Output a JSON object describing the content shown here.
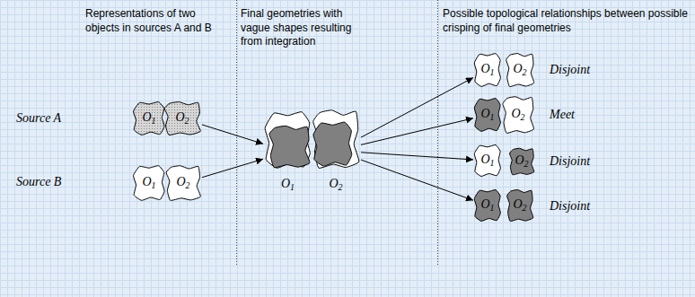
{
  "diagram": {
    "nodes": [
      {
        "text": [
          "O1"
        ]
      },
      {
        "text": [
          "O2"
        ]
      },
      {
        "text": [
          "O1"
        ]
      },
      {
        "text": [
          "O2"
        ]
      },
      {
        "text": [
          "O1"
        ]
      },
      {
        "text": [
          "O2"
        ]
      },
      {
        "text": [
          "O1"
        ]
      },
      {
        "text": [
          "O2"
        ]
      },
      {
        "text": [
          "O1"
        ]
      },
      {
        "text": [
          "O2"
        ]
      },
      {
        "text": [
          "O1"
        ]
      },
      {
        "text": [
          "O2"
        ]
      },
      {
        "text": [
          "O1"
        ]
      },
      {
        "text": [
          "O2"
        ]
      }
    ],
    "edges": [
      {
        "from": 1,
        "to": 4,
        "arrow": "to"
      },
      {
        "from": 3,
        "to": 4,
        "arrow": "to"
      },
      {
        "from": 5,
        "to": 6,
        "arrow": "to"
      },
      {
        "from": 5,
        "to": 8,
        "arrow": "to"
      },
      {
        "from": 5,
        "to": 10,
        "arrow": "to"
      },
      {
        "from": 5,
        "to": 12,
        "arrow": "to"
      }
    ],
    "labels": [
      "Representations of two objects in sources A and B",
      "Final geometries with vague shapes resulting from integration",
      "Possible topological relationships between possible crisping of final geometries",
      "Source A",
      "Source B",
      "Disjoint",
      "Meet",
      "Disjoint",
      "Disjoint"
    ]
  }
}
